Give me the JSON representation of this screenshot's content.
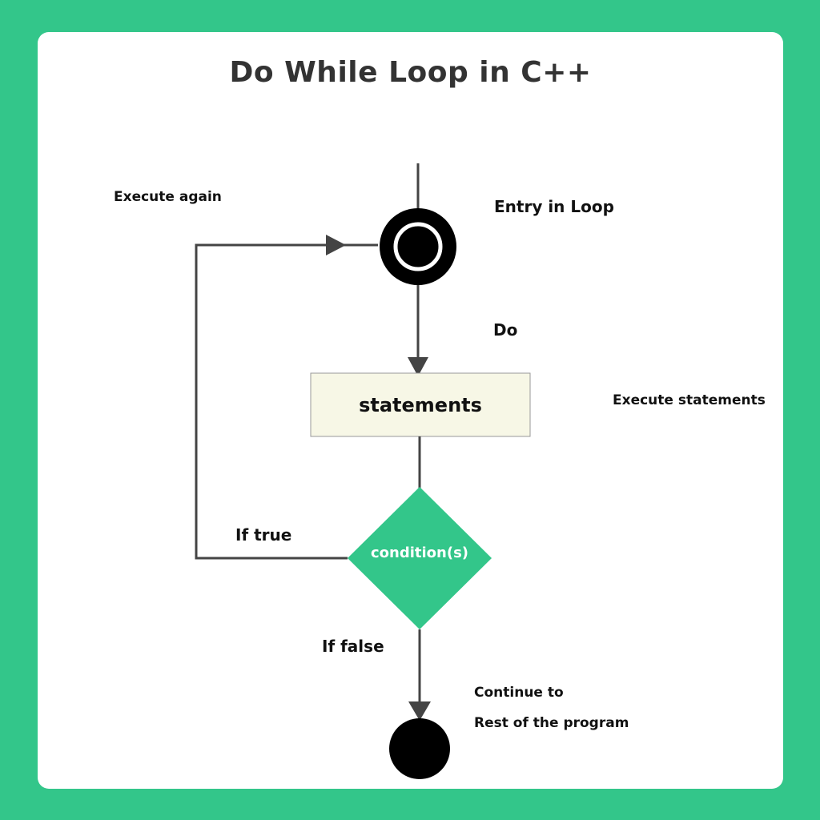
{
  "title": "Do While Loop in C++",
  "labels": {
    "entry": "Entry in Loop",
    "do": "Do",
    "execute_again": "Execute again",
    "execute_statements": "Execute statements",
    "if_true": "If true",
    "if_false": "If false",
    "continue_line1": "Continue to",
    "continue_line2": "Rest of the program"
  },
  "nodes": {
    "statements": "statements",
    "condition": "condition(s)"
  },
  "colors": {
    "background": "#33c68a",
    "card": "#ffffff",
    "statements_fill": "#f7f7e6",
    "condition_fill": "#33c68a",
    "arrow": "#444444"
  }
}
